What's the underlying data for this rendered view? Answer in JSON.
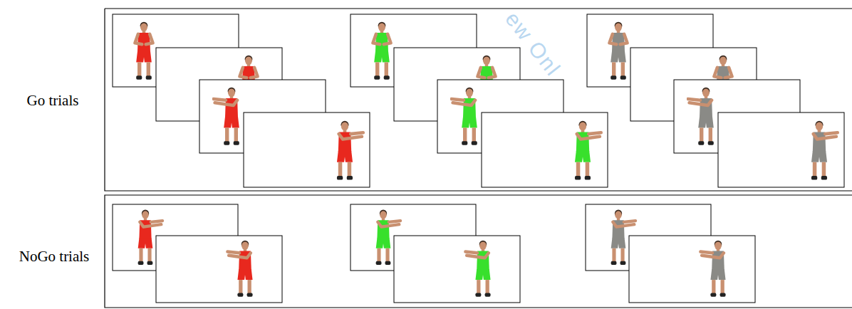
{
  "diagram": {
    "labels": [
      "Go trials",
      "NoGo trials",
      "ew Onl"
    ]
  }
}
